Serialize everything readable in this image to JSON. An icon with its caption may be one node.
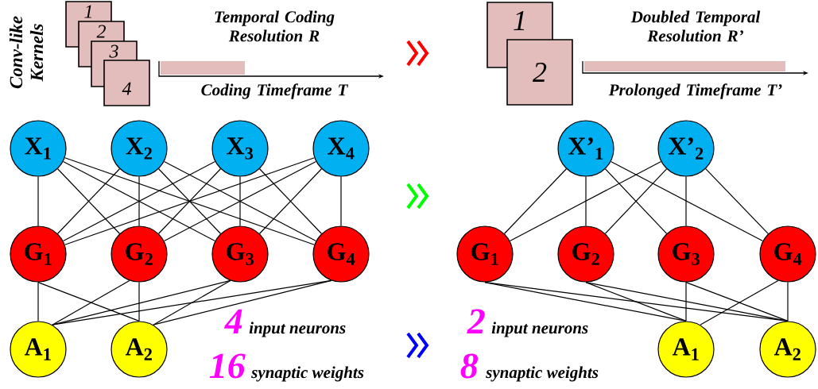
{
  "diagram": {
    "nodes": [
      {
        "text": [
          "X$_{1}$"
        ]
      },
      {
        "text": [
          "X$_{2}$"
        ]
      },
      {
        "text": [
          "X$_{3}$"
        ]
      },
      {
        "text": [
          "X$_{4}$"
        ]
      },
      {
        "text": [
          "G$_{1}$"
        ]
      },
      {
        "text": [
          "G$_{2}$"
        ]
      },
      {
        "text": [
          "G$_{3}$"
        ]
      },
      {
        "text": [
          "G$_{4}$"
        ]
      },
      {
        "text": [
          "A$_{1}$"
        ]
      },
      {
        "text": [
          "A$_{2}$"
        ]
      },
      {
        "text": [
          "X’$_{1}$"
        ]
      },
      {
        "text": [
          "X’$_{2}$"
        ]
      },
      {
        "text": [
          "G$_{1}$"
        ]
      },
      {
        "text": [
          "G$_{2}$"
        ]
      },
      {
        "text": [
          "G$_{3}$"
        ]
      },
      {
        "text": [
          "G$_{4}$"
        ]
      },
      {
        "text": [
          "A$_{1}$"
        ]
      },
      {
        "text": [
          "A$_{2}$"
        ]
      },
      {
        "text": [
          "1"
        ]
      },
      {
        "text": [
          "2"
        ]
      },
      {
        "text": [
          "3"
        ]
      },
      {
        "text": [
          "4"
        ]
      },
      {
        "text": [
          "1"
        ]
      },
      {
        "text": [
          "2"
        ]
      }
    ],
    "edges": [
      {
        "from": 0,
        "to": 4,
        "arrow": "none"
      },
      {
        "from": 0,
        "to": 5,
        "arrow": "none"
      },
      {
        "from": 0,
        "to": 6,
        "arrow": "none"
      },
      {
        "from": 0,
        "to": 7,
        "arrow": "none"
      },
      {
        "from": 1,
        "to": 4,
        "arrow": "none"
      },
      {
        "from": 1,
        "to": 5,
        "arrow": "none"
      },
      {
        "from": 1,
        "to": 6,
        "arrow": "none"
      },
      {
        "from": 1,
        "to": 7,
        "arrow": "none"
      },
      {
        "from": 2,
        "to": 4,
        "arrow": "none"
      },
      {
        "from": 2,
        "to": 5,
        "arrow": "none"
      },
      {
        "from": 2,
        "to": 6,
        "arrow": "none"
      },
      {
        "from": 2,
        "to": 7,
        "arrow": "none"
      },
      {
        "from": 3,
        "to": 4,
        "arrow": "none"
      },
      {
        "from": 3,
        "to": 5,
        "arrow": "none"
      },
      {
        "from": 3,
        "to": 6,
        "arrow": "none"
      },
      {
        "from": 3,
        "to": 7,
        "arrow": "none"
      },
      {
        "from": 4,
        "to": 8,
        "arrow": "none"
      },
      {
        "from": 4,
        "to": 9,
        "arrow": "none"
      },
      {
        "from": 5,
        "to": 8,
        "arrow": "none"
      },
      {
        "from": 5,
        "to": 9,
        "arrow": "none"
      },
      {
        "from": 6,
        "to": 8,
        "arrow": "none"
      },
      {
        "from": 6,
        "to": 9,
        "arrow": "none"
      },
      {
        "from": 7,
        "to": 8,
        "arrow": "none"
      },
      {
        "from": 7,
        "to": 9,
        "arrow": "none"
      },
      {
        "from": 10,
        "to": 12,
        "arrow": "none"
      },
      {
        "from": 10,
        "to": 13,
        "arrow": "none"
      },
      {
        "from": 10,
        "to": 14,
        "arrow": "none"
      },
      {
        "from": 10,
        "to": 15,
        "arrow": "none"
      },
      {
        "from": 11,
        "to": 12,
        "arrow": "none"
      },
      {
        "from": 11,
        "to": 13,
        "arrow": "none"
      },
      {
        "from": 11,
        "to": 14,
        "arrow": "none"
      },
      {
        "from": 11,
        "to": 15,
        "arrow": "none"
      },
      {
        "from": 12,
        "to": 16,
        "arrow": "none"
      },
      {
        "from": 12,
        "to": 17,
        "arrow": "none"
      },
      {
        "from": 13,
        "to": 16,
        "arrow": "none"
      },
      {
        "from": 13,
        "to": 17,
        "arrow": "none"
      },
      {
        "from": 14,
        "to": 16,
        "arrow": "none"
      },
      {
        "from": 14,
        "to": 17,
        "arrow": "none"
      },
      {
        "from": 15,
        "to": 16,
        "arrow": "none"
      },
      {
        "from": 15,
        "to": 17,
        "arrow": "none"
      }
    ],
    "labels": [
      "Conv-like Kernels",
      "Temporal Coding Resolution R",
      "Coding Timeframe T",
      "Doubled Temporal Resolution R’",
      "Prolonged Timeframe T’",
      "4",
      "input neurons",
      "16",
      "synaptic weights",
      "2",
      "input neurons",
      "8",
      "synaptic weights"
    ]
  }
}
